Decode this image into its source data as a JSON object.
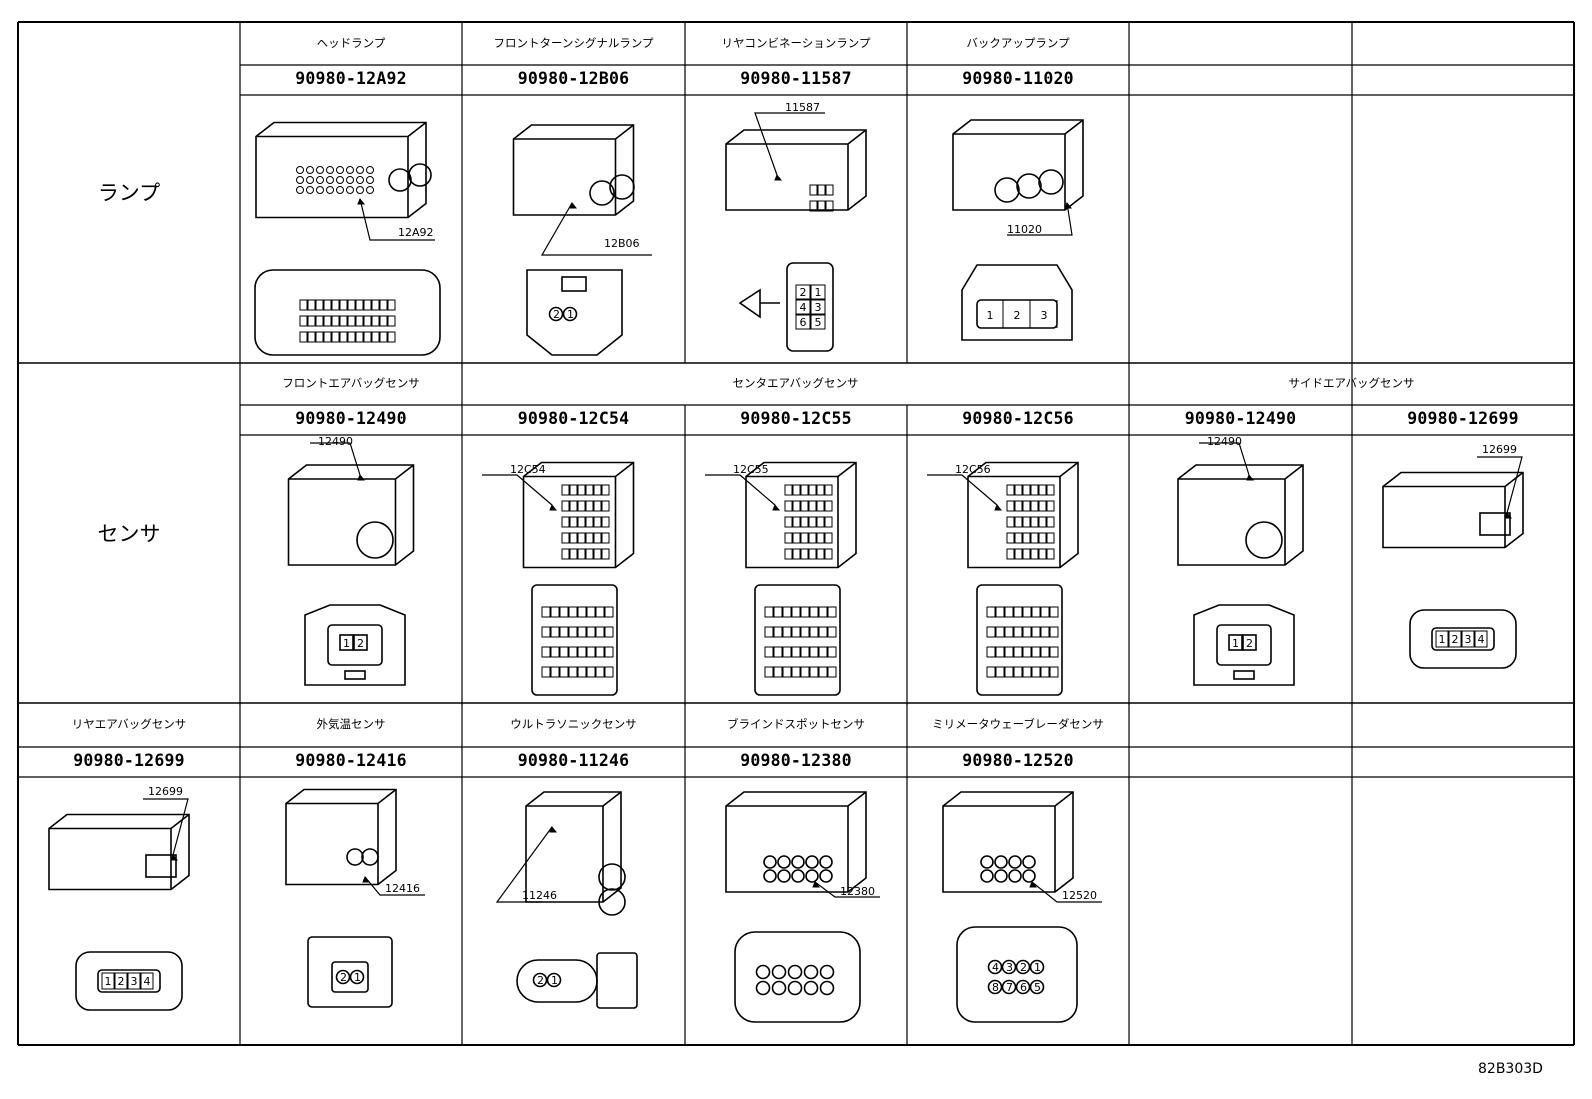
{
  "categories": [
    {
      "label": "ランプ",
      "row": 0
    },
    {
      "label": "センサ",
      "row": 1
    }
  ],
  "columns": [
    {
      "name": "ヘッドランプ",
      "part": "90980-12A92",
      "ref": "12A92",
      "kind": "head"
    },
    {
      "name": "フロントターンシグナルランプ",
      "part": "90980-12B06",
      "ref": "12B06",
      "kind": "turn"
    },
    {
      "name": "リヤコンビネーションランプ",
      "part": "90980-11587",
      "ref": "11587",
      "kind": "rearcomb"
    },
    {
      "name": "バックアップランプ",
      "part": "90980-11020",
      "ref": "11020",
      "kind": "backup"
    },
    {
      "name": "",
      "part": "",
      "ref": "",
      "kind": "empty"
    },
    {
      "name": "",
      "part": "",
      "ref": "",
      "kind": "empty"
    },
    {
      "name": "フロントエアバッグセンサ",
      "part": "90980-12490",
      "ref": "12490",
      "kind": "front2"
    },
    {
      "name": "センタエアバッグセンサ",
      "part": "90980-12C54",
      "ref": "12C54",
      "kind": "center"
    },
    {
      "name": "",
      "part": "90980-12C55",
      "ref": "12C55",
      "kind": "center"
    },
    {
      "name": "",
      "part": "90980-12C56",
      "ref": "12C56",
      "kind": "center"
    },
    {
      "name": "サイドエアバッグセンサ",
      "part": "90980-12490",
      "ref": "12490",
      "kind": "front2"
    },
    {
      "name": "",
      "part": "90980-12699",
      "ref": "12699",
      "kind": "side4"
    },
    {
      "name": "リヤエアバッグセンサ",
      "part": "90980-12699",
      "ref": "12699",
      "kind": "side4"
    },
    {
      "name": "外気温センサ",
      "part": "90980-12416",
      "ref": "12416",
      "kind": "ambient"
    },
    {
      "name": "ウルトラソニックセンサ",
      "part": "90980-11246",
      "ref": "11246",
      "kind": "ultra"
    },
    {
      "name": "ブラインドスポットセンサ",
      "part": "90980-12380",
      "ref": "12380",
      "kind": "blind"
    },
    {
      "name": "ミリメータウェーブレーダセンサ",
      "part": "90980-12520",
      "ref": "12520",
      "kind": "mmw"
    },
    {
      "name": "",
      "part": "",
      "ref": "",
      "kind": "empty"
    },
    {
      "name": "",
      "part": "",
      "ref": "",
      "kind": "empty"
    }
  ],
  "pin_labels": {
    "two": [
      "1",
      "2"
    ],
    "two_rev": [
      "2",
      "1"
    ],
    "three": [
      "1",
      "2",
      "3"
    ],
    "four": [
      "1",
      "2",
      "3",
      "4"
    ],
    "six": [
      "2",
      "1",
      "4",
      "3",
      "6",
      "5"
    ],
    "eight_top": [
      "4",
      "3",
      "2",
      "1"
    ],
    "eight_bottom": [
      "8",
      "7",
      "6",
      "5"
    ]
  },
  "figure_code": "82B303D"
}
